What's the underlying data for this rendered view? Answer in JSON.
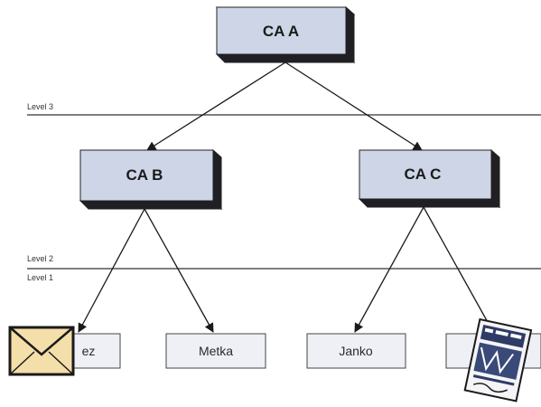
{
  "colors": {
    "box_front": "#cdd5e6",
    "box_top": "#e8ecf4",
    "box_side": "#1f1f24",
    "leaf_fill": "#eef0f5",
    "line": "#1a1a1a",
    "envelope": "#f4deaa"
  },
  "levels": [
    {
      "label": "Level 3"
    },
    {
      "label": "Level 2"
    },
    {
      "label": "Level 1"
    }
  ],
  "authorities": {
    "root": "CA A",
    "left": "CA B",
    "right": "CA C"
  },
  "leaves": [
    {
      "label": "ez"
    },
    {
      "label": "Metka"
    },
    {
      "label": "Janko"
    },
    {
      "label": ""
    }
  ],
  "icons": {
    "mail": "envelope-icon",
    "document": "signed-document-icon"
  }
}
